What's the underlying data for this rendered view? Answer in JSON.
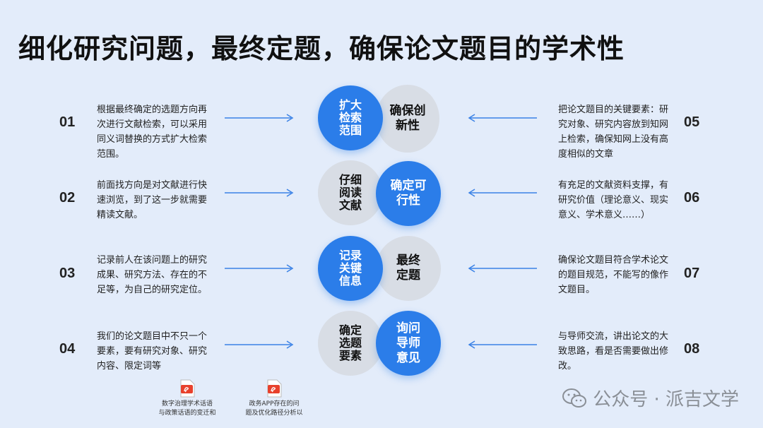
{
  "title": "细化研究问题，最终定题，确保论文题目的学术性",
  "left_steps": [
    {
      "num": "01",
      "text": "根据最终确定的选题方向再次进行文献检索，可以采用同义词替换的方式扩大检索范围。"
    },
    {
      "num": "02",
      "text": "前面找方向是对文献进行快速浏览，到了这一步就需要精读文献。"
    },
    {
      "num": "03",
      "text": "记录前人在该问题上的研究成果、研究方法、存在的不足等，为自己的研究定位。"
    },
    {
      "num": "04",
      "text": "我们的论文题目中不只一个要素，要有研究对象、研究内容、限定词等"
    }
  ],
  "right_steps": [
    {
      "num": "05",
      "text": "把论文题目的关键要素：研究对象、研究内容放到知网上检索，确保知网上没有高度相似的文章"
    },
    {
      "num": "06",
      "text": "有充足的文献资料支撑，有研究价值（理论意义、现实意义、学术意义……）"
    },
    {
      "num": "07",
      "text": "确保论文题目符合学术论文的题目规范，不能写的像作文题目。"
    },
    {
      "num": "08",
      "text": "与导师交流，讲出论文的大致思路，看是否需要做出修改。"
    }
  ],
  "circles": [
    {
      "left": "扩大检索范围",
      "right": "确保创新性"
    },
    {
      "left": "仔细阅读文献",
      "right": "确定可行性"
    },
    {
      "left": "记录关键信息",
      "right": "最终定题"
    },
    {
      "left": "确定选题要素",
      "right": "询问导师意见"
    }
  ],
  "files": [
    {
      "label_line1": "数字治理学术话语",
      "label_line2": "与政策话语的变迁和"
    },
    {
      "label_line1": "政务APP存在的问",
      "label_line2": "题及优化路径分析以"
    }
  ],
  "watermark": "公众号 · 派吉文学",
  "colors": {
    "accent": "#2b7de9",
    "gray_circle": "#d8dde5",
    "background": "#e3ecfa",
    "file_icon": "#e8412c"
  }
}
